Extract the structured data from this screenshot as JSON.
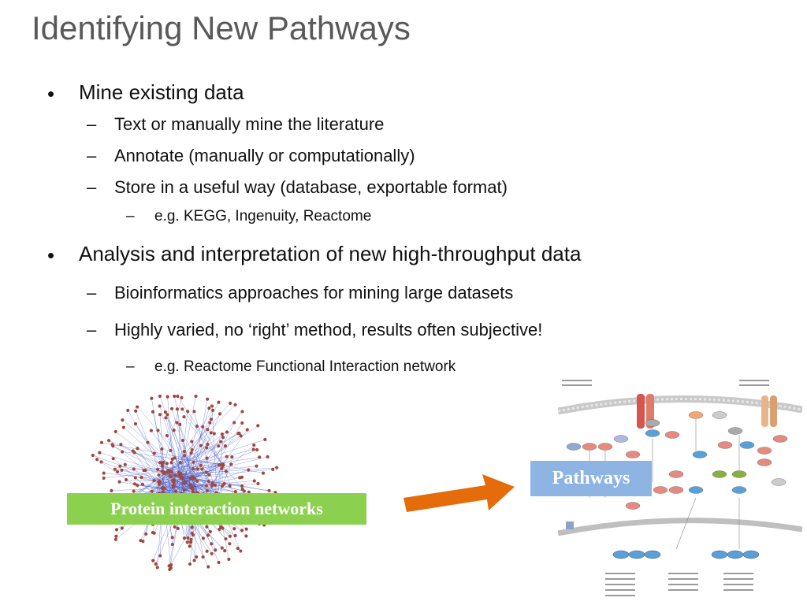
{
  "slide": {
    "title": "Identifying New Pathways",
    "bullets": [
      {
        "text": "Mine existing data"
      },
      {
        "text": "Text or manually mine the literature"
      },
      {
        "text": "Annotate (manually or computationally)"
      },
      {
        "text": "Store in a useful way (database, exportable format)"
      },
      {
        "text": "e.g. KEGG, Ingenuity, Reactome"
      },
      {
        "text": "Analysis and interpretation of new high-throughput data"
      },
      {
        "text": "Bioinformatics approaches for mining large datasets"
      },
      {
        "text": "Highly varied, no ‘right’ method, results often subjective!"
      },
      {
        "text": "e.g. Reactome Functional Interaction network"
      }
    ],
    "bullet_glyph": "•",
    "dash_glyph": "–",
    "network_label": "Protein interaction networks",
    "pathways_label": "Pathways",
    "colors": {
      "title": "#595959",
      "network_label_bg": "#8bd14f",
      "pathways_label_bg": "#8eb4e3",
      "arrow": "#e46c0a",
      "network_nodes": "#a0483c",
      "network_edges": "#3b4fc4"
    }
  }
}
